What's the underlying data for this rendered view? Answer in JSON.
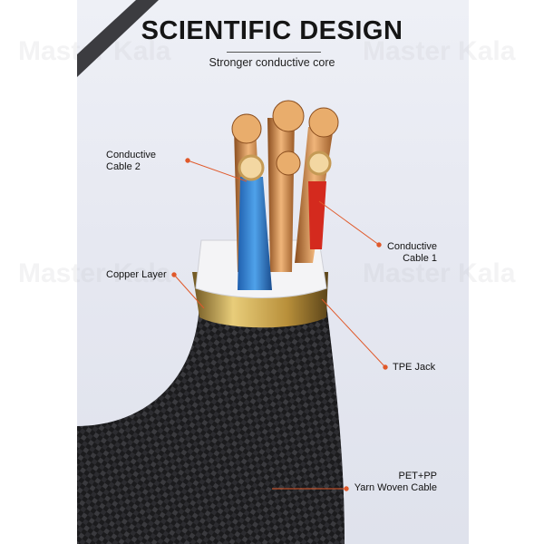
{
  "header": {
    "title": "SCIENTIFIC DESIGN",
    "subtitle": "Stronger conductive core"
  },
  "callouts": [
    {
      "id": "conductive-cable-2",
      "line1": "Conductive",
      "line2": "Cable 2"
    },
    {
      "id": "conductive-cable-1",
      "line1": "Conductive",
      "line2": "Cable 1"
    },
    {
      "id": "copper-layer",
      "line1": "Copper Layer"
    },
    {
      "id": "tpe-jack",
      "line1": "TPE Jack"
    },
    {
      "id": "yarn-woven-cable",
      "line1": "PET+PP",
      "line2": "Yarn Woven Cable"
    }
  ],
  "watermark": "Master Kala",
  "colors": {
    "accent": "#e0592a",
    "copper": "#d99a5b",
    "gold": "#c8a24a",
    "braid": "#1c1c1e"
  }
}
